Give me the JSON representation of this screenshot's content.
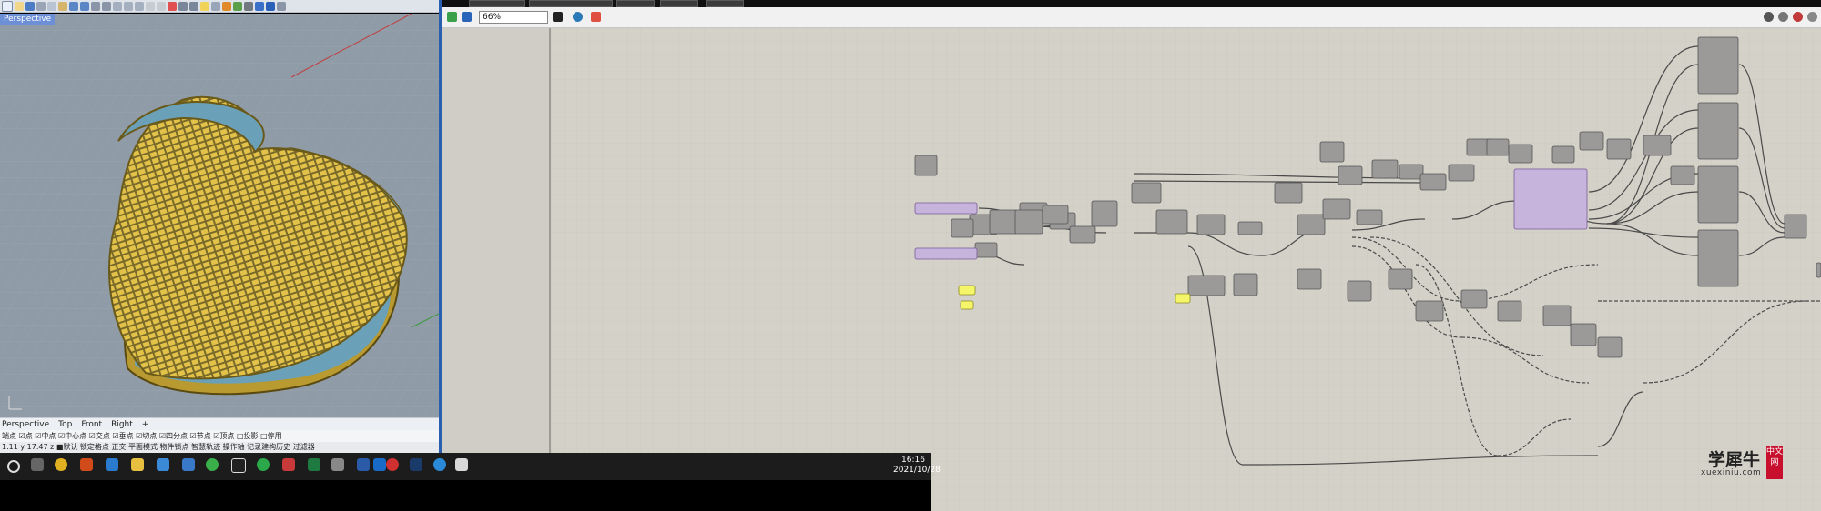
{
  "rhino": {
    "viewport_label": "Perspective",
    "view_tabs": [
      "Perspective",
      "Top",
      "Front",
      "Right"
    ],
    "osnap_text": "端点 ☑点 ☑中点 ☑中心点 ☑交点 ☑垂点 ☑切点 ☑四分点 ☑节点 ☑顶点 □投影 □停用",
    "status_text": "1.11   y 17.47    z      ■默认   锁定格点 正交 平面模式 物件锁点 智慧轨迹 操作轴 记录建构历史 过滤器"
  },
  "grasshopper": {
    "zoom": "66%",
    "colors": {
      "canvas": "#d4d1c8",
      "component": "#9b9a99",
      "wire": "#4a4a4a",
      "selected": "#c7b4dd",
      "panel": "#f5f56a"
    }
  },
  "taskbar": {
    "time": "16:16",
    "date": "2021/10/28"
  },
  "watermark": {
    "main": "学犀牛",
    "sub": "xuexiniu.com",
    "seal": "中文网"
  }
}
